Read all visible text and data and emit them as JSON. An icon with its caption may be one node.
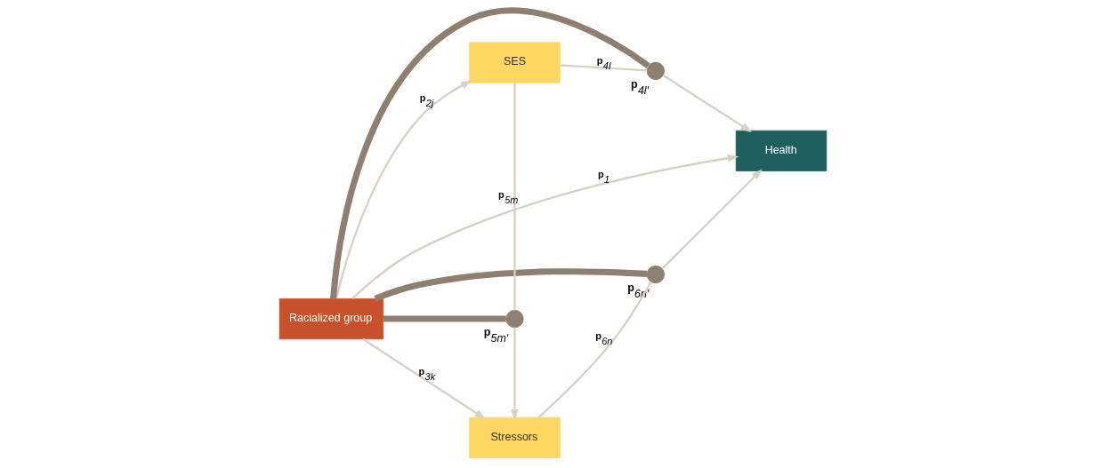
{
  "diagram": {
    "nodes": [
      {
        "text": [
          "Racialized group"
        ]
      },
      {
        "text": [
          "SES"
        ]
      },
      {
        "text": [
          "Stressors"
        ]
      },
      {
        "text": [
          "Health"
        ]
      },
      {
        "text": [],
        "shape": "circle",
        "beside": [
          "**p**$_{4l′}$"
        ]
      },
      {
        "text": [],
        "shape": "circle",
        "beside": [
          "**p**$_{5m′}$"
        ]
      },
      {
        "text": [],
        "shape": "circle",
        "beside": [
          "**p**$_{6n′}$"
        ]
      }
    ],
    "edges": [
      {
        "from": 0,
        "to": 1,
        "arrow": "to",
        "label": "**p**$_{2j}$"
      },
      {
        "from": 0,
        "to": 2,
        "arrow": "to",
        "label": "**p**$_{3k}$"
      },
      {
        "from": 0,
        "to": 3,
        "arrow": "to",
        "label": "**p**$_{1}$"
      },
      {
        "from": 1,
        "to": 4,
        "arrow": "none",
        "label": "**p**$_{4l}$"
      },
      {
        "from": 4,
        "to": 3,
        "arrow": "to"
      },
      {
        "from": 1,
        "to": 5,
        "arrow": "none",
        "label": "**p**$_{5m}$"
      },
      {
        "from": 5,
        "to": 2,
        "arrow": "to"
      },
      {
        "from": 2,
        "to": 6,
        "arrow": "none",
        "label": "**p**$_{6n}$"
      },
      {
        "from": 6,
        "to": 3,
        "arrow": "to"
      },
      {
        "from": 0,
        "to": 4,
        "arrow": "none",
        "style": "thick",
        "color": "#8e7f70"
      },
      {
        "from": 0,
        "to": 5,
        "arrow": "none",
        "style": "thick",
        "color": "#8e7f70"
      },
      {
        "from": 0,
        "to": 6,
        "arrow": "none",
        "style": "thick",
        "color": "#8e7f70"
      }
    ]
  }
}
